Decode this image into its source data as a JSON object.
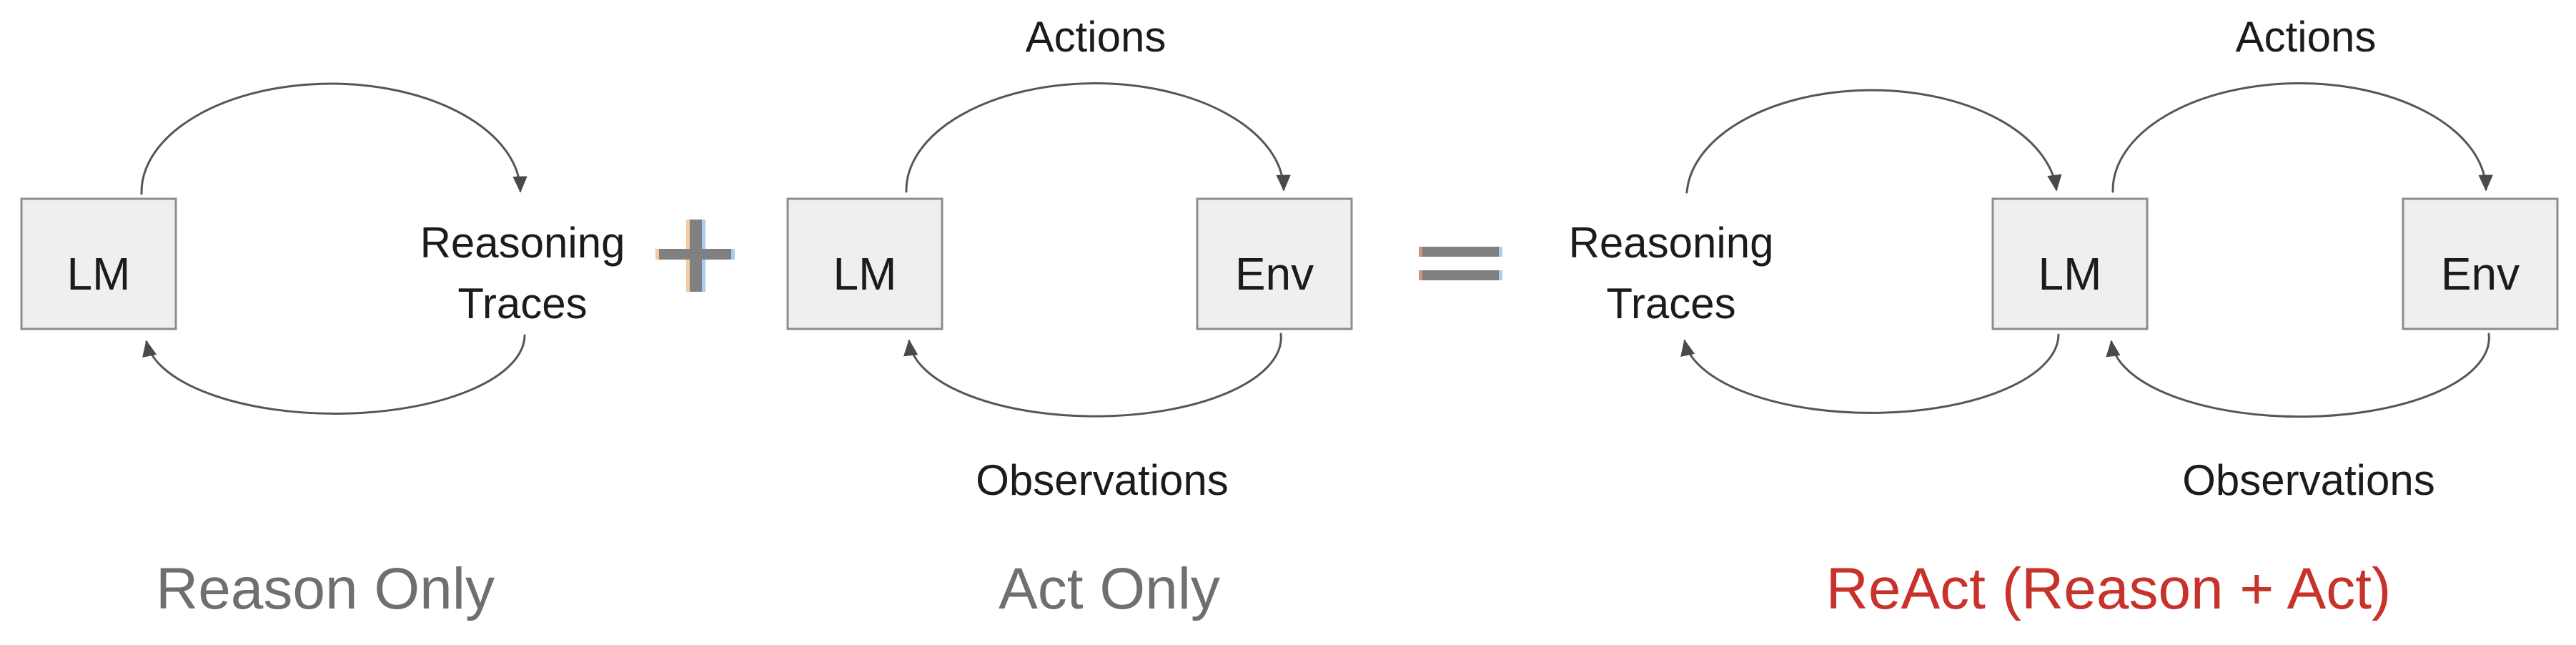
{
  "colors": {
    "caption_gray": "#6f6f6f",
    "caption_red": "#c8322b",
    "box_fill": "#efefef",
    "box_border": "#8d8d8d",
    "arc_gray": "#55565a",
    "arrowhead_gray": "#48494d",
    "label_dark": "#1b1b1b",
    "operator_gray": "#808080",
    "operator_fringe_left": "#f4caa0",
    "operator_fringe_right": "#a9cdf2",
    "equals_fringe_left": "#cf9184"
  },
  "operators": {
    "plus": "+",
    "equals": "="
  },
  "sections": [
    {
      "id": "reason-only",
      "caption": "Reason Only",
      "nodes": {
        "lm": "LM"
      },
      "labels": {
        "reasoning_line1": "Reasoning",
        "reasoning_line2": "Traces"
      }
    },
    {
      "id": "act-only",
      "caption": "Act Only",
      "nodes": {
        "lm": "LM",
        "env": "Env"
      },
      "labels": {
        "actions": "Actions",
        "observations": "Observations"
      }
    },
    {
      "id": "react",
      "caption": "ReAct (Reason + Act)",
      "nodes": {
        "lm": "LM",
        "env": "Env"
      },
      "labels": {
        "reasoning_line1": "Reasoning",
        "reasoning_line2": "Traces",
        "actions": "Actions",
        "observations": "Observations"
      }
    }
  ]
}
